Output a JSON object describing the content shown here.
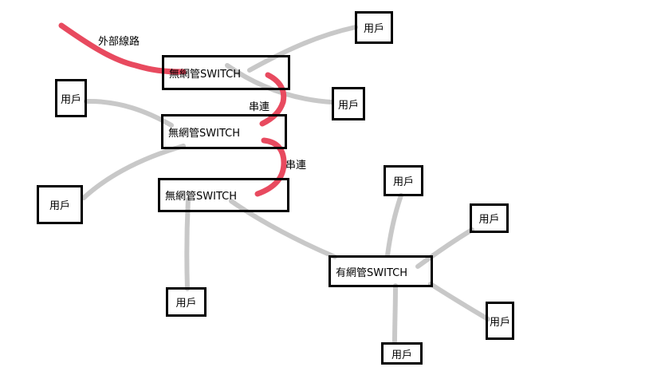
{
  "diagram": {
    "external_line_label": "外部線路",
    "cascade_labels": [
      "串連",
      "串連"
    ],
    "switches": [
      {
        "id": "sw1",
        "label": "無網管SWITCH"
      },
      {
        "id": "sw2",
        "label": "無網管SWITCH"
      },
      {
        "id": "sw3",
        "label": "無網管SWITCH"
      },
      {
        "id": "sw4",
        "label": "有網管SWITCH"
      }
    ],
    "users": [
      {
        "id": "u1",
        "label": "用戶"
      },
      {
        "id": "u2",
        "label": "用戶"
      },
      {
        "id": "u3",
        "label": "用戶"
      },
      {
        "id": "u4",
        "label": "用戶"
      },
      {
        "id": "u5",
        "label": "用戶"
      },
      {
        "id": "u6",
        "label": "用戶"
      },
      {
        "id": "u7",
        "label": "用戶"
      },
      {
        "id": "u8",
        "label": "用戶"
      },
      {
        "id": "u9",
        "label": "用戶"
      }
    ],
    "colors": {
      "external_line": "#e84a5f",
      "cascade_line": "#e84a5f",
      "cable": "#c8c8c8",
      "box_border": "#000000"
    }
  }
}
